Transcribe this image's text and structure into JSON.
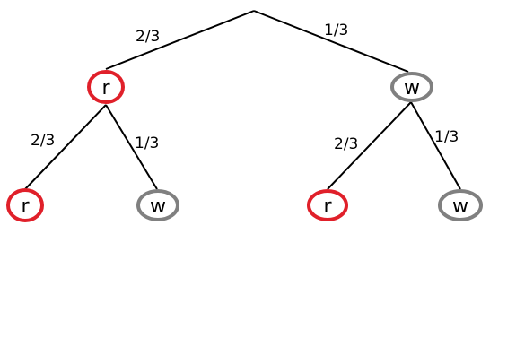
{
  "tree": {
    "edges": [
      {
        "id": "root-r",
        "probability": "2/3"
      },
      {
        "id": "root-w",
        "probability": "1/3"
      },
      {
        "id": "r-r",
        "probability": "2/3"
      },
      {
        "id": "r-w",
        "probability": "1/3"
      },
      {
        "id": "w-r",
        "probability": "2/3"
      },
      {
        "id": "w-w",
        "probability": "1/3"
      }
    ],
    "nodes": [
      {
        "id": "level1-r",
        "label": "r",
        "color": "#e0202a"
      },
      {
        "id": "level1-w",
        "label": "w",
        "color": "#808080"
      },
      {
        "id": "level2-rr",
        "label": "r",
        "color": "#e0202a"
      },
      {
        "id": "level2-rw",
        "label": "w",
        "color": "#808080"
      },
      {
        "id": "level2-wr",
        "label": "r",
        "color": "#e0202a"
      },
      {
        "id": "level2-ww",
        "label": "w",
        "color": "#808080"
      }
    ]
  }
}
